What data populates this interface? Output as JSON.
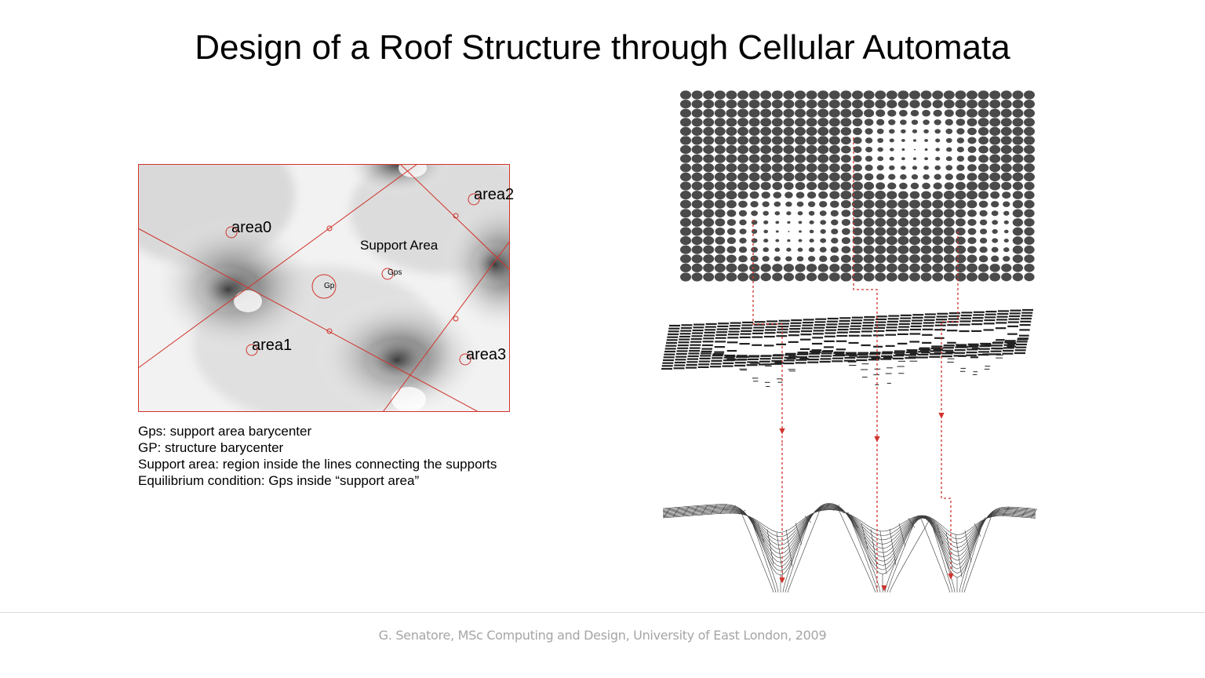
{
  "slide": {
    "title": "Design of a Roof Structure through Cellular Automata",
    "footer": "G. Senatore, MSc Computing and Design, University of East London, 2009"
  },
  "support_diagram": {
    "labels": {
      "area0": "area0",
      "area1": "area1",
      "area2": "area2",
      "area3": "area3",
      "support_area": "Support Area",
      "gps": "Gps",
      "gp": "Gp"
    },
    "line_color": "#d0342c"
  },
  "notes": [
    "Gps: support area barycenter",
    "GP: structure barycenter",
    "Support area: region inside the lines connecting the supports",
    "Equilibrium condition: Gps inside “support area”"
  ],
  "cellular_automata_figure": {
    "grid_dot_color": "#4a4a4a",
    "guide_color": "#d0342c"
  }
}
